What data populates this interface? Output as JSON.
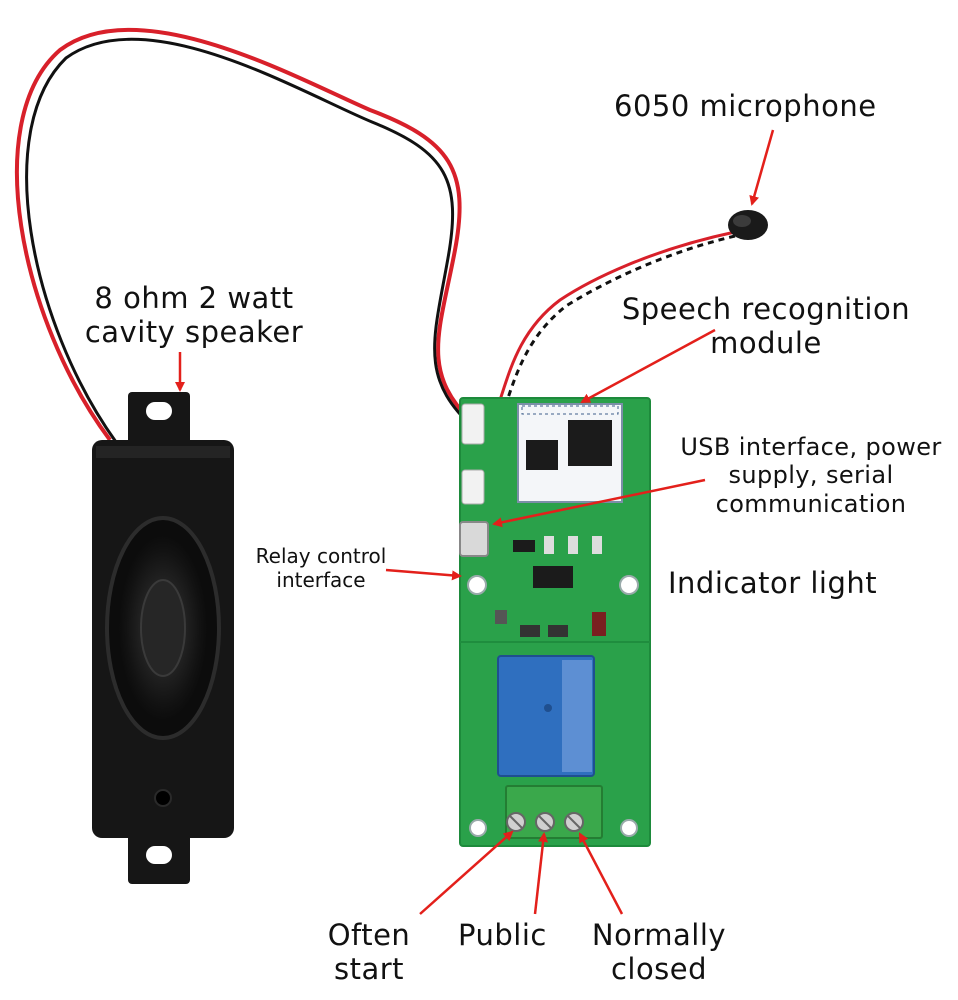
{
  "labels": {
    "microphone": "6050 microphone",
    "speaker_line1": "8 ohm 2 watt",
    "speaker_line2": "cavity speaker",
    "module_line1": "Speech recognition",
    "module_line2": "module",
    "usb_line1": "USB interface, power",
    "usb_line2": "supply, serial",
    "usb_line3": "communication",
    "relay_line1": "Relay control",
    "relay_line2": "interface",
    "indicator": "Indicator light",
    "often_line1": "Often",
    "often_line2": "start",
    "public": "Public",
    "nc_line1": "Normally",
    "nc_line2": "closed"
  },
  "colors": {
    "arrow": "#e3201b",
    "pcb": "#2aa14a",
    "relay": "#2f6fbf",
    "terminal": "#3aa84b",
    "speaker": "#161616",
    "wire_red": "#d8202a",
    "wire_black": "#111111"
  }
}
